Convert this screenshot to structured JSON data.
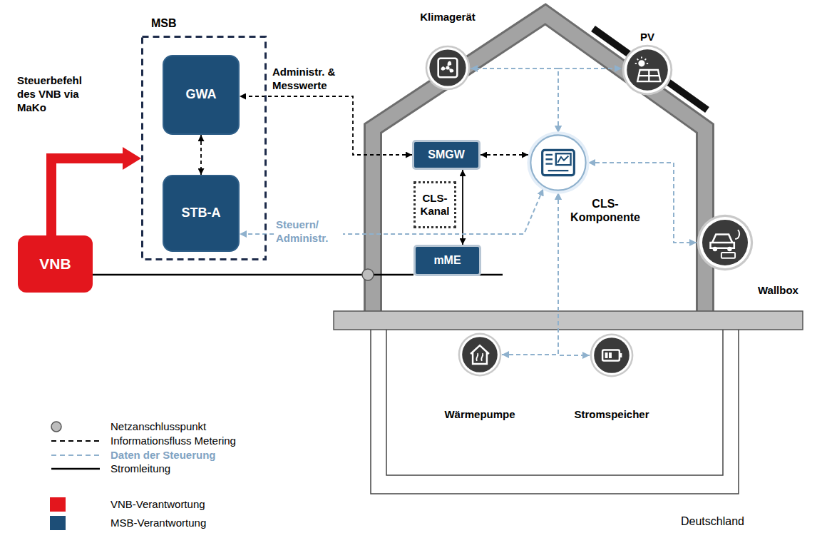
{
  "diagram": {
    "nodes": [
      {
        "text": [
          "MSB"
        ]
      },
      {
        "text": [
          "GWA"
        ],
        "in": 0
      },
      {
        "text": [
          "STB-A"
        ],
        "in": 0
      },
      {
        "text": [
          "Klimagerät"
        ]
      },
      {
        "text": [
          "PV"
        ]
      },
      {
        "text": [
          "SMGW"
        ]
      },
      {
        "text": [
          "CLS- Komponente"
        ]
      },
      {
        "text": [
          "CLS- Kanal"
        ]
      },
      {
        "text": [
          "mME"
        ]
      },
      {
        "text": [
          "VNB"
        ]
      },
      {
        "text": [
          "Wallbox"
        ]
      },
      {
        "text": [
          "Wärmepumpe"
        ]
      },
      {
        "text": [
          "Stromspeicher"
        ]
      }
    ],
    "edges": [
      {
        "from": 9,
        "to": 0,
        "arrow": "to",
        "label": "Steuerbefehl des VNB via MaKo"
      },
      {
        "from": 1,
        "to": 2,
        "arrow": "both"
      },
      {
        "from": 5,
        "to": 1,
        "arrow": "both",
        "label": "Administr. & Messwerte"
      },
      {
        "from": 5,
        "to": 6,
        "arrow": "both"
      },
      {
        "from": 5,
        "to": 8,
        "arrow": "both"
      },
      {
        "from": 6,
        "to": 2,
        "arrow": "both",
        "label": "Steuern/ Administr."
      },
      {
        "from": 6,
        "to": 3,
        "arrow": "both"
      },
      {
        "from": 6,
        "to": 4,
        "arrow": "both"
      },
      {
        "from": 6,
        "to": 10,
        "arrow": "both"
      },
      {
        "from": 6,
        "to": 11,
        "arrow": "both"
      },
      {
        "from": 6,
        "to": 12,
        "arrow": "both"
      },
      {
        "from": 9,
        "to": 8,
        "arrow": "none"
      }
    ],
    "labels": [
      "Deutschland"
    ],
    "legend": [
      {
        "text": "Netzanschlusspunkt"
      },
      {
        "text": "Informationsfluss Metering"
      },
      {
        "text": "Daten der Steuerung"
      },
      {
        "text": "Stromleitung"
      },
      {
        "text": "VNB-Verantwortung",
        "color": "#e3161d"
      },
      {
        "text": "MSB-Verantwortung",
        "color": "#1d4e77"
      }
    ]
  }
}
